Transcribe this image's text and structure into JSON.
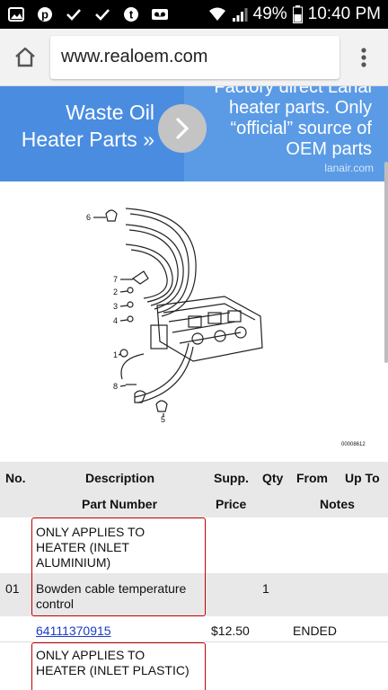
{
  "status": {
    "battery": "49%",
    "time": "10:40 PM"
  },
  "browser": {
    "url": "www.realoem.com"
  },
  "ad": {
    "left_line1": "Waste Oil",
    "left_line2": "Heater Parts »",
    "right_line1": "Factory direct Lanai",
    "right_line2": "heater parts. Only",
    "right_line3": "“official” source of",
    "right_line4": "OEM parts",
    "source": "lanair.com"
  },
  "diagram": {
    "callouts": [
      "6",
      "7",
      "2",
      "3",
      "4",
      "1",
      "8",
      "5"
    ],
    "code": "00008612"
  },
  "table": {
    "headers": {
      "no": "No.",
      "description": "Description",
      "supp": "Supp.",
      "qty": "Qty",
      "from": "From",
      "up_to": "Up To",
      "part_number": "Part Number",
      "price": "Price",
      "notes": "Notes"
    },
    "rows": [
      {
        "applies": [
          "ONLY APPLIES TO",
          "HEATER (INLET",
          "ALUMINIUM)"
        ],
        "no": "01",
        "description": [
          "Bowden cable temperature",
          "control"
        ],
        "qty": "1",
        "part_number": "64111370915",
        "price": "$12.50",
        "up_to": "ENDED"
      },
      {
        "applies": [
          "ONLY APPLIES TO",
          "HEATER (INLET PLASTIC)"
        ]
      }
    ]
  }
}
